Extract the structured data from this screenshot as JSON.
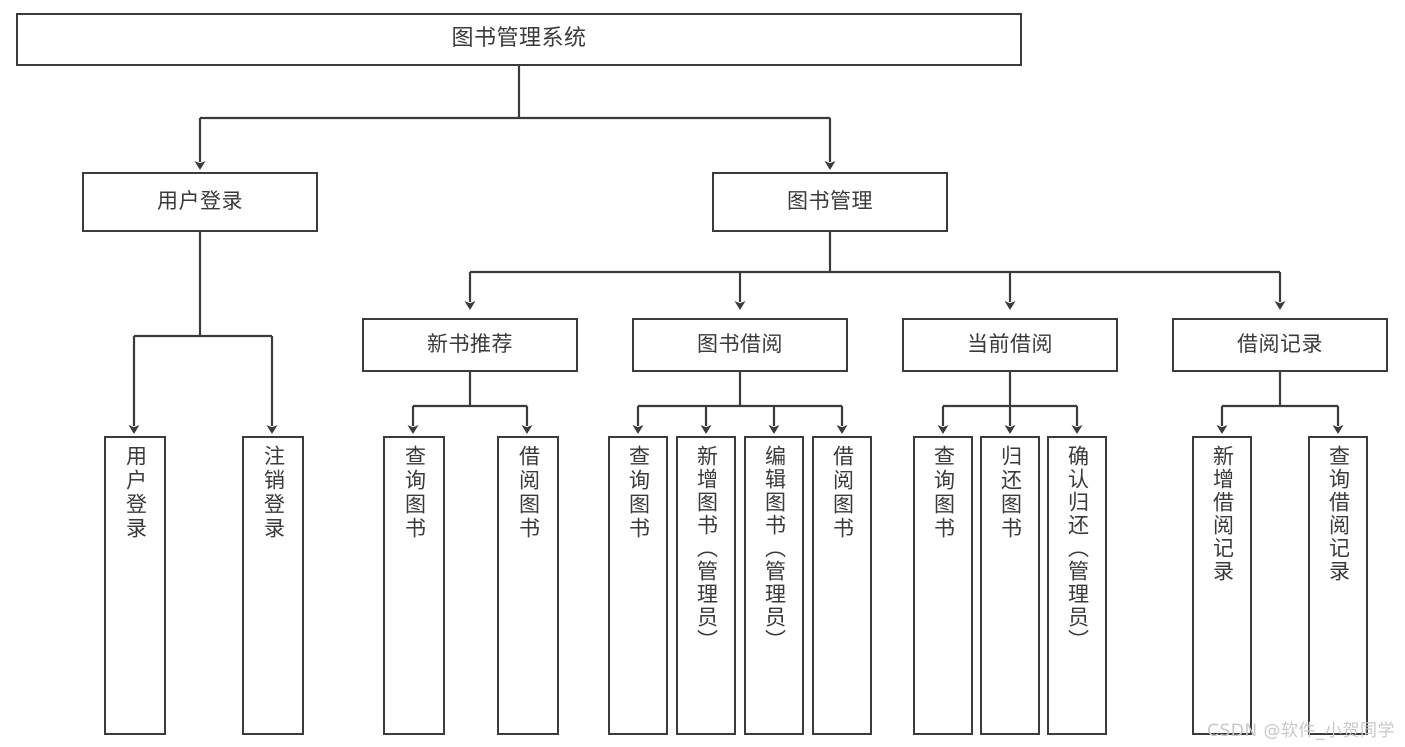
{
  "diagram": {
    "type": "tree-hierarchy",
    "orientation": "top-down",
    "background_color": "#ffffff",
    "box_border_color": "#3b3b3b",
    "connector_color": "#3b3b3b",
    "text_color": "#3a3a3a"
  },
  "root": {
    "label": "图书管理系统"
  },
  "level2": [
    {
      "label": "用户登录"
    },
    {
      "label": "图书管理"
    }
  ],
  "level3": [
    {
      "label": "新书推荐"
    },
    {
      "label": "图书借阅"
    },
    {
      "label": "当前借阅"
    },
    {
      "label": "借阅记录"
    }
  ],
  "leaves": {
    "user_login": [
      {
        "label": "用户登录"
      },
      {
        "label": "注销登录"
      }
    ],
    "new_book_recommend": [
      {
        "label": "查询图书"
      },
      {
        "label": "借阅图书"
      }
    ],
    "book_borrow": [
      {
        "label": "查询图书"
      },
      {
        "label": "新增图书（管理员）"
      },
      {
        "label": "编辑图书（管理员）"
      },
      {
        "label": "借阅图书"
      }
    ],
    "current_borrow": [
      {
        "label": "查询图书"
      },
      {
        "label": "归还图书"
      },
      {
        "label": "确认归还（管理员）"
      }
    ],
    "borrow_record": [
      {
        "label": "新增借阅记录"
      },
      {
        "label": "查询借阅记录"
      }
    ]
  },
  "watermark": {
    "text": "CSDN @软件_小贺同学"
  }
}
